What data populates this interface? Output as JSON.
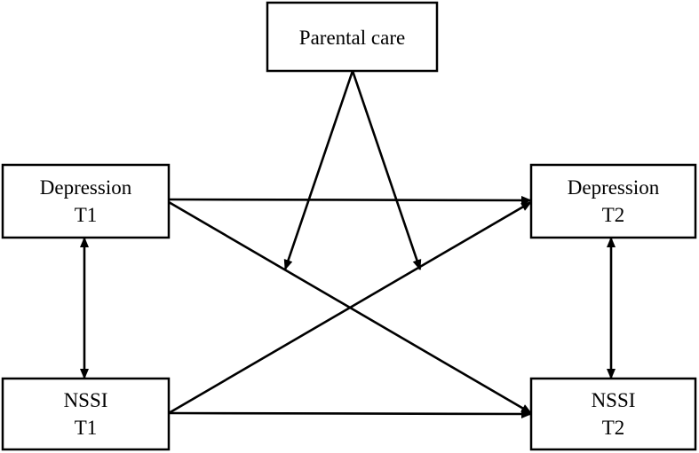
{
  "diagram": {
    "nodes": {
      "parental_care": {
        "lines": [
          "Parental care"
        ]
      },
      "depression_t1": {
        "lines": [
          "Depression",
          "T1"
        ]
      },
      "depression_t2": {
        "lines": [
          "Depression",
          "T2"
        ]
      },
      "nssi_t1": {
        "lines": [
          "NSSI",
          "T1"
        ]
      },
      "nssi_t2": {
        "lines": [
          "NSSI",
          "T2"
        ]
      }
    },
    "edges": [
      {
        "from": "depression_t1",
        "to": "depression_t2",
        "kind": "directed"
      },
      {
        "from": "depression_t1",
        "to": "nssi_t2",
        "kind": "directed"
      },
      {
        "from": "nssi_t1",
        "to": "depression_t2",
        "kind": "directed"
      },
      {
        "from": "nssi_t1",
        "to": "nssi_t2",
        "kind": "directed"
      },
      {
        "from": "depression_t1",
        "to": "nssi_t1",
        "kind": "bidirectional"
      },
      {
        "from": "depression_t2",
        "to": "nssi_t2",
        "kind": "bidirectional"
      },
      {
        "from": "parental_care",
        "to": "path:nssi_t1->depression_t2",
        "kind": "moderation"
      },
      {
        "from": "parental_care",
        "to": "path:depression_t1->nssi_t2",
        "kind": "moderation"
      }
    ],
    "colors": {
      "stroke": "#000000",
      "fill": "#ffffff",
      "text": "#000000"
    }
  }
}
